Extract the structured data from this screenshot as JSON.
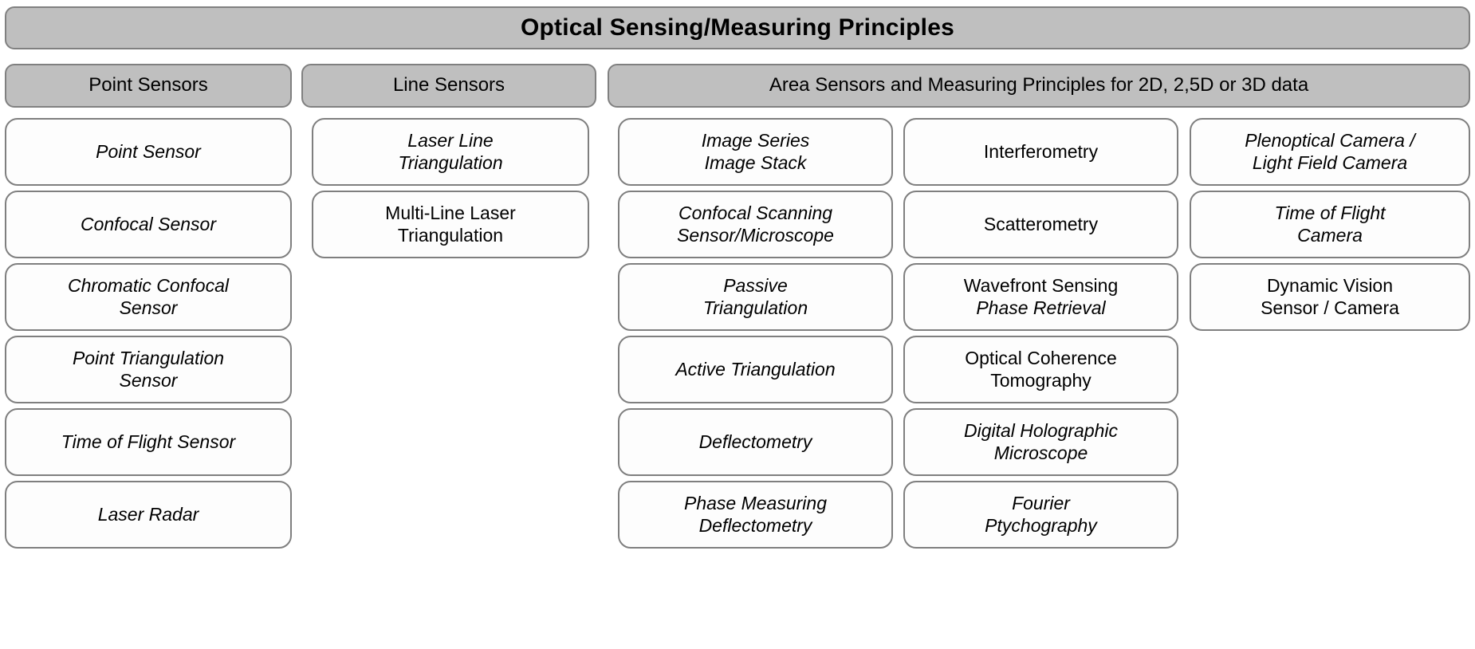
{
  "title": "Optical Sensing/Measuring Principles",
  "colors": {
    "header_fill": "#bfbfbf",
    "header_border": "#808080",
    "item_fill": "#fdfdfd",
    "item_border": "#7f7f7f",
    "text": "#000000",
    "page_background": "#ffffff"
  },
  "groups": [
    {
      "id": "point-sensors",
      "label": "Point Sensors"
    },
    {
      "id": "line-sensors",
      "label": "Line Sensors"
    },
    {
      "id": "area-sensors",
      "label": "Area Sensors and Measuring Principles for 2D, 2,5D or 3D data"
    }
  ],
  "columns": [
    {
      "id": "point-sensors-column",
      "group": "point-sensors",
      "items": [
        {
          "lines": [
            {
              "text": "Point Sensor",
              "italic": true
            }
          ]
        },
        {
          "lines": [
            {
              "text": "Confocal Sensor",
              "italic": true
            }
          ]
        },
        {
          "lines": [
            {
              "text": "Chromatic Confocal",
              "italic": true
            },
            {
              "text": "Sensor",
              "italic": true
            }
          ]
        },
        {
          "lines": [
            {
              "text": "Point Triangulation",
              "italic": true
            },
            {
              "text": "Sensor",
              "italic": true
            }
          ]
        },
        {
          "lines": [
            {
              "text": "Time of Flight Sensor",
              "italic": true
            }
          ]
        },
        {
          "lines": [
            {
              "text": "Laser Radar",
              "italic": true
            }
          ]
        }
      ]
    },
    {
      "id": "line-sensors-column",
      "group": "line-sensors",
      "items": [
        {
          "lines": [
            {
              "text": "Laser Line",
              "italic": true
            },
            {
              "text": "Triangulation",
              "italic": true
            }
          ]
        },
        {
          "lines": [
            {
              "text": "Multi-Line Laser",
              "italic": false
            },
            {
              "text": "Triangulation",
              "italic": false
            }
          ]
        }
      ]
    },
    {
      "id": "area-sensors-column-1",
      "group": "area-sensors",
      "items": [
        {
          "lines": [
            {
              "text": "Image Series",
              "italic": true
            },
            {
              "text": "Image Stack",
              "italic": true
            }
          ]
        },
        {
          "lines": [
            {
              "text": "Confocal Scanning",
              "italic": true
            },
            {
              "text": "Sensor/Microscope",
              "italic": true
            }
          ]
        },
        {
          "lines": [
            {
              "text": "Passive",
              "italic": true
            },
            {
              "text": "Triangulation",
              "italic": true
            }
          ]
        },
        {
          "lines": [
            {
              "text": "Active Triangulation",
              "italic": true
            }
          ]
        },
        {
          "lines": [
            {
              "text": "Deflectometry",
              "italic": true
            }
          ]
        },
        {
          "lines": [
            {
              "text": "Phase Measuring",
              "italic": true
            },
            {
              "text": "Deflectometry",
              "italic": true
            }
          ]
        }
      ]
    },
    {
      "id": "area-sensors-column-2",
      "group": "area-sensors",
      "items": [
        {
          "lines": [
            {
              "text": "Interferometry",
              "italic": false
            }
          ]
        },
        {
          "lines": [
            {
              "text": "Scatterometry",
              "italic": false
            }
          ]
        },
        {
          "lines": [
            {
              "text": "Wavefront Sensing",
              "italic": false
            },
            {
              "text": "Phase Retrieval",
              "italic": true
            }
          ]
        },
        {
          "lines": [
            {
              "text": "Optical Coherence",
              "italic": false
            },
            {
              "text": "Tomography",
              "italic": false
            }
          ]
        },
        {
          "lines": [
            {
              "text": "Digital Holographic",
              "italic": true
            },
            {
              "text": "Microscope",
              "italic": true
            }
          ]
        },
        {
          "lines": [
            {
              "text": "Fourier",
              "italic": true
            },
            {
              "text": "Ptychography",
              "italic": true
            }
          ]
        }
      ]
    },
    {
      "id": "area-sensors-column-3",
      "group": "area-sensors",
      "items": [
        {
          "lines": [
            {
              "text": "Plenoptical Camera /",
              "italic": true
            },
            {
              "text": "Light Field Camera",
              "italic": true
            }
          ]
        },
        {
          "lines": [
            {
              "text": "Time of Flight",
              "italic": true
            },
            {
              "text": "Camera",
              "italic": true
            }
          ]
        },
        {
          "lines": [
            {
              "text": "Dynamic Vision",
              "italic": false
            },
            {
              "text": "Sensor / Camera",
              "italic": false
            }
          ]
        }
      ]
    }
  ]
}
